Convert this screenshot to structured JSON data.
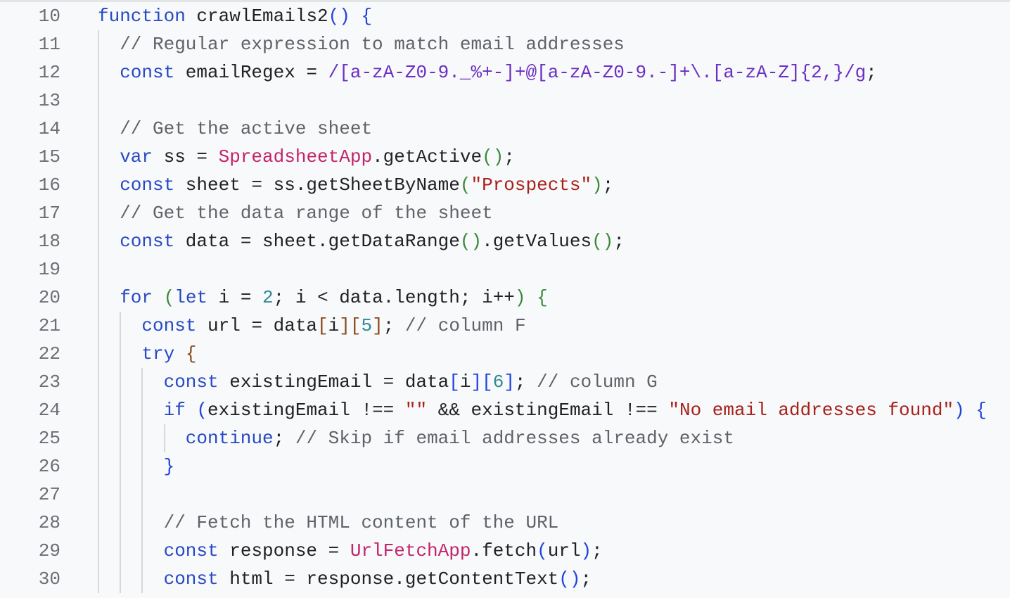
{
  "editor": {
    "colors": {
      "keyword": "#2649c4",
      "comment": "#5f6368",
      "string": "#a8201a",
      "regex": "#6a2fc2",
      "class": "#c2246b",
      "number": "#2f8a94"
    },
    "lines": [
      {
        "n": "10",
        "indent": 0,
        "tokens": [
          [
            "kw",
            "function"
          ],
          [
            "p",
            " crawlEmails2"
          ],
          [
            "b1",
            "()"
          ],
          [
            "p",
            " "
          ],
          [
            "b1",
            "{"
          ]
        ]
      },
      {
        "n": "11",
        "indent": 1,
        "tokens": [
          [
            "cm",
            "// Regular expression to match email addresses"
          ]
        ]
      },
      {
        "n": "12",
        "indent": 1,
        "tokens": [
          [
            "kw",
            "const"
          ],
          [
            "p",
            " emailRegex = "
          ],
          [
            "re",
            "/[a-zA-Z0-9._%+-]+@[a-zA-Z0-9.-]+\\.[a-zA-Z]{2,}/g"
          ],
          [
            "p",
            ";"
          ]
        ]
      },
      {
        "n": "13",
        "indent": 1,
        "tokens": []
      },
      {
        "n": "14",
        "indent": 1,
        "tokens": [
          [
            "cm",
            "// Get the active sheet"
          ]
        ]
      },
      {
        "n": "15",
        "indent": 1,
        "tokens": [
          [
            "kw",
            "var"
          ],
          [
            "p",
            " ss = "
          ],
          [
            "cls",
            "SpreadsheetApp"
          ],
          [
            "p",
            ".getActive"
          ],
          [
            "b2",
            "()"
          ],
          [
            "p",
            ";"
          ]
        ]
      },
      {
        "n": "16",
        "indent": 1,
        "tokens": [
          [
            "kw",
            "const"
          ],
          [
            "p",
            " sheet = ss.getSheetByName"
          ],
          [
            "b2",
            "("
          ],
          [
            "str",
            "\"Prospects\""
          ],
          [
            "b2",
            ")"
          ],
          [
            "p",
            ";"
          ]
        ]
      },
      {
        "n": "17",
        "indent": 1,
        "tokens": [
          [
            "cm",
            "// Get the data range of the sheet"
          ]
        ]
      },
      {
        "n": "18",
        "indent": 1,
        "tokens": [
          [
            "kw",
            "const"
          ],
          [
            "p",
            " data = sheet.getDataRange"
          ],
          [
            "b2",
            "()"
          ],
          [
            "p",
            ".getValues"
          ],
          [
            "b2",
            "()"
          ],
          [
            "p",
            ";"
          ]
        ]
      },
      {
        "n": "19",
        "indent": 1,
        "tokens": []
      },
      {
        "n": "20",
        "indent": 1,
        "tokens": [
          [
            "kw",
            "for"
          ],
          [
            "p",
            " "
          ],
          [
            "b2",
            "("
          ],
          [
            "kw",
            "let"
          ],
          [
            "p",
            " i = "
          ],
          [
            "num",
            "2"
          ],
          [
            "p",
            "; i < data.length; i++"
          ],
          [
            "b2",
            ")"
          ],
          [
            "p",
            " "
          ],
          [
            "b2",
            "{"
          ]
        ]
      },
      {
        "n": "21",
        "indent": 2,
        "tokens": [
          [
            "kw",
            "const"
          ],
          [
            "p",
            " url = data"
          ],
          [
            "b3",
            "["
          ],
          [
            "p",
            "i"
          ],
          [
            "b3",
            "]["
          ],
          [
            "num",
            "5"
          ],
          [
            "b3",
            "]"
          ],
          [
            "p",
            "; "
          ],
          [
            "cm",
            "// column F"
          ]
        ]
      },
      {
        "n": "22",
        "indent": 2,
        "tokens": [
          [
            "kw",
            "try"
          ],
          [
            "p",
            " "
          ],
          [
            "b3",
            "{"
          ]
        ]
      },
      {
        "n": "23",
        "indent": 3,
        "tokens": [
          [
            "kw",
            "const"
          ],
          [
            "p",
            " existingEmail = data"
          ],
          [
            "b1",
            "["
          ],
          [
            "p",
            "i"
          ],
          [
            "b1",
            "]["
          ],
          [
            "num",
            "6"
          ],
          [
            "b1",
            "]"
          ],
          [
            "p",
            "; "
          ],
          [
            "cm",
            "// column G"
          ]
        ]
      },
      {
        "n": "24",
        "indent": 3,
        "tokens": [
          [
            "kw",
            "if"
          ],
          [
            "p",
            " "
          ],
          [
            "b1",
            "("
          ],
          [
            "p",
            "existingEmail !== "
          ],
          [
            "str",
            "\"\""
          ],
          [
            "p",
            " && existingEmail !== "
          ],
          [
            "str",
            "\"No email addresses found\""
          ],
          [
            "b1",
            ")"
          ],
          [
            "p",
            " "
          ],
          [
            "b1",
            "{"
          ]
        ]
      },
      {
        "n": "25",
        "indent": 4,
        "tokens": [
          [
            "kw",
            "continue"
          ],
          [
            "p",
            "; "
          ],
          [
            "cm",
            "// Skip if email addresses already exist"
          ]
        ]
      },
      {
        "n": "26",
        "indent": 3,
        "tokens": [
          [
            "b1",
            "}"
          ]
        ]
      },
      {
        "n": "27",
        "indent": 3,
        "tokens": []
      },
      {
        "n": "28",
        "indent": 3,
        "tokens": [
          [
            "cm",
            "// Fetch the HTML content of the URL"
          ]
        ]
      },
      {
        "n": "29",
        "indent": 3,
        "tokens": [
          [
            "kw",
            "const"
          ],
          [
            "p",
            " response = "
          ],
          [
            "cls",
            "UrlFetchApp"
          ],
          [
            "p",
            ".fetch"
          ],
          [
            "b1",
            "("
          ],
          [
            "p",
            "url"
          ],
          [
            "b1",
            ")"
          ],
          [
            "p",
            ";"
          ]
        ]
      },
      {
        "n": "30",
        "indent": 3,
        "tokens": [
          [
            "kw",
            "const"
          ],
          [
            "p",
            " html = response.getContentText"
          ],
          [
            "b1",
            "()"
          ],
          [
            "p",
            ";"
          ]
        ]
      }
    ]
  }
}
